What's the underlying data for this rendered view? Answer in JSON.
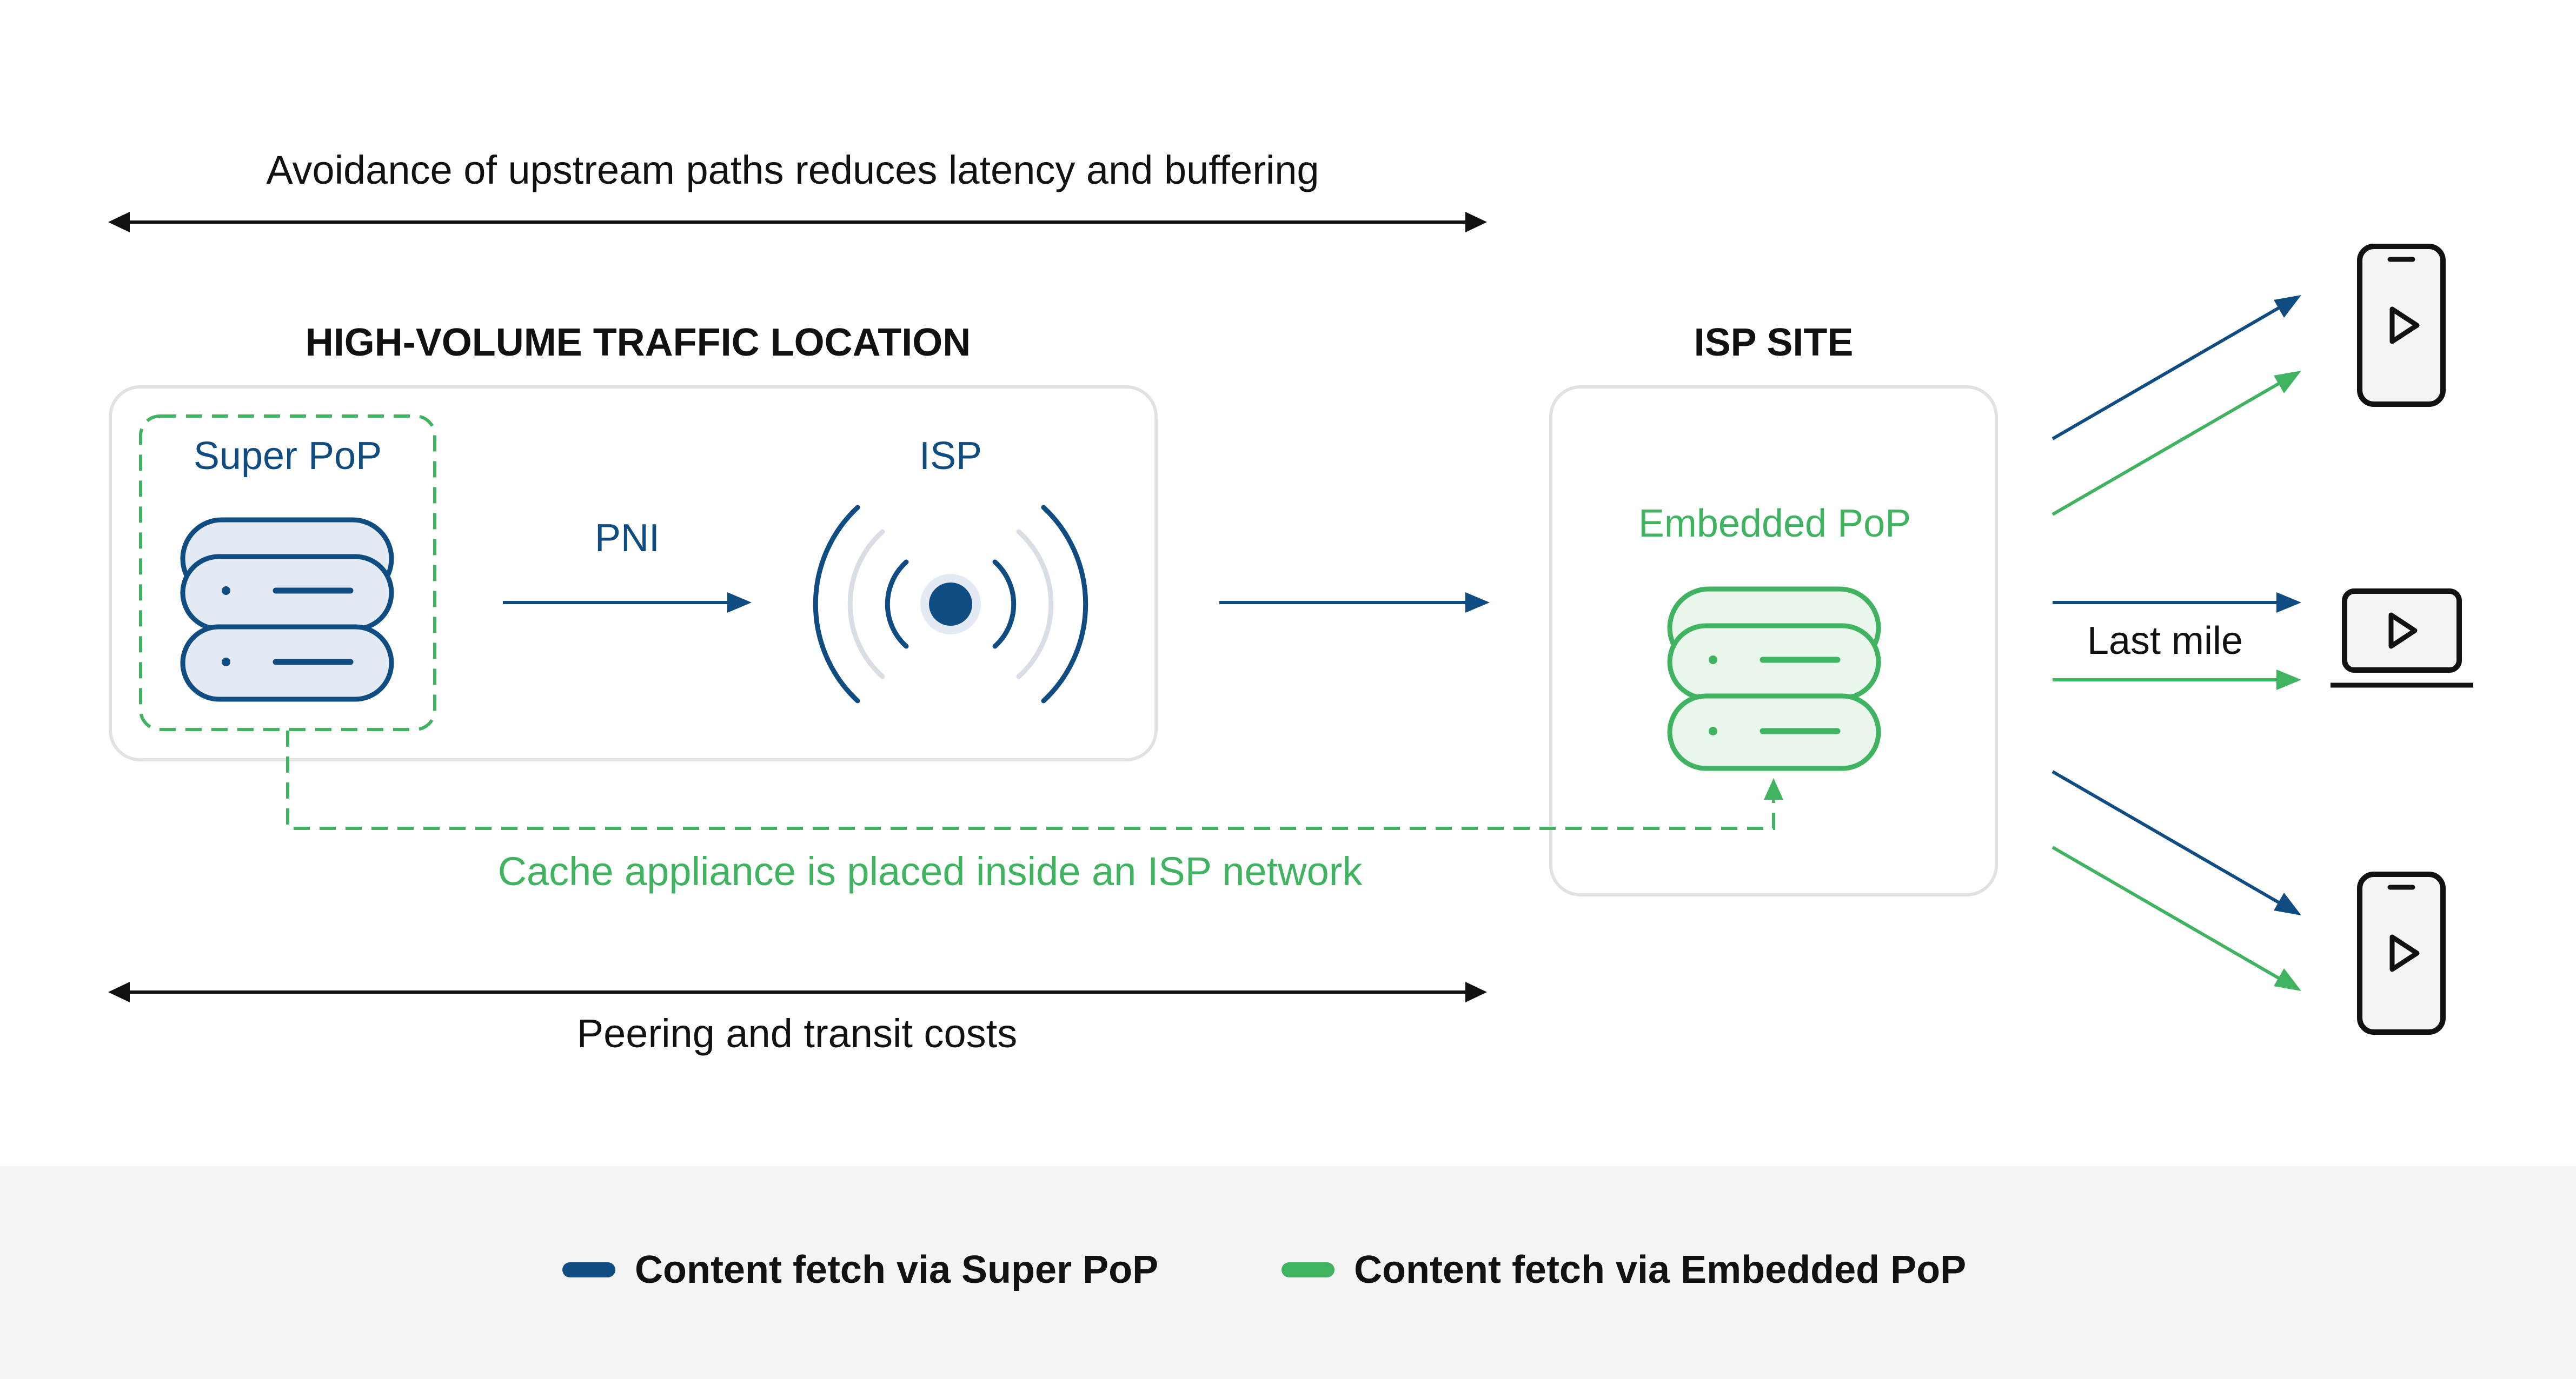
{
  "annotations": {
    "top_span": "Avoidance of upstream paths reduces latency and buffering",
    "bottom_span": "Peering and transit costs",
    "cache_note": "Cache appliance is placed inside an ISP network",
    "last_mile": "Last mile"
  },
  "high_volume_location": {
    "title": "HIGH-VOLUME TRAFFIC LOCATION",
    "super_pop": "Super PoP",
    "pni": "PNI",
    "isp": "ISP"
  },
  "isp_site": {
    "title": "ISP SITE",
    "embedded_pop": "Embedded PoP"
  },
  "devices": [
    {
      "kind": "phone",
      "icon": "phone-play-icon"
    },
    {
      "kind": "laptop",
      "icon": "laptop-play-icon"
    },
    {
      "kind": "phone",
      "icon": "phone-play-icon"
    }
  ],
  "legend": {
    "items": [
      {
        "label": "Content fetch via Super PoP",
        "color": "#0f4c81"
      },
      {
        "label": "Content fetch via Embedded PoP",
        "color": "#3fb35f"
      }
    ]
  },
  "colors": {
    "blue": "#0f4c81",
    "green": "#3fb35f",
    "panel_border": "#e2e2e2",
    "legend_bg": "#f4f4f4",
    "text": "#111111"
  }
}
